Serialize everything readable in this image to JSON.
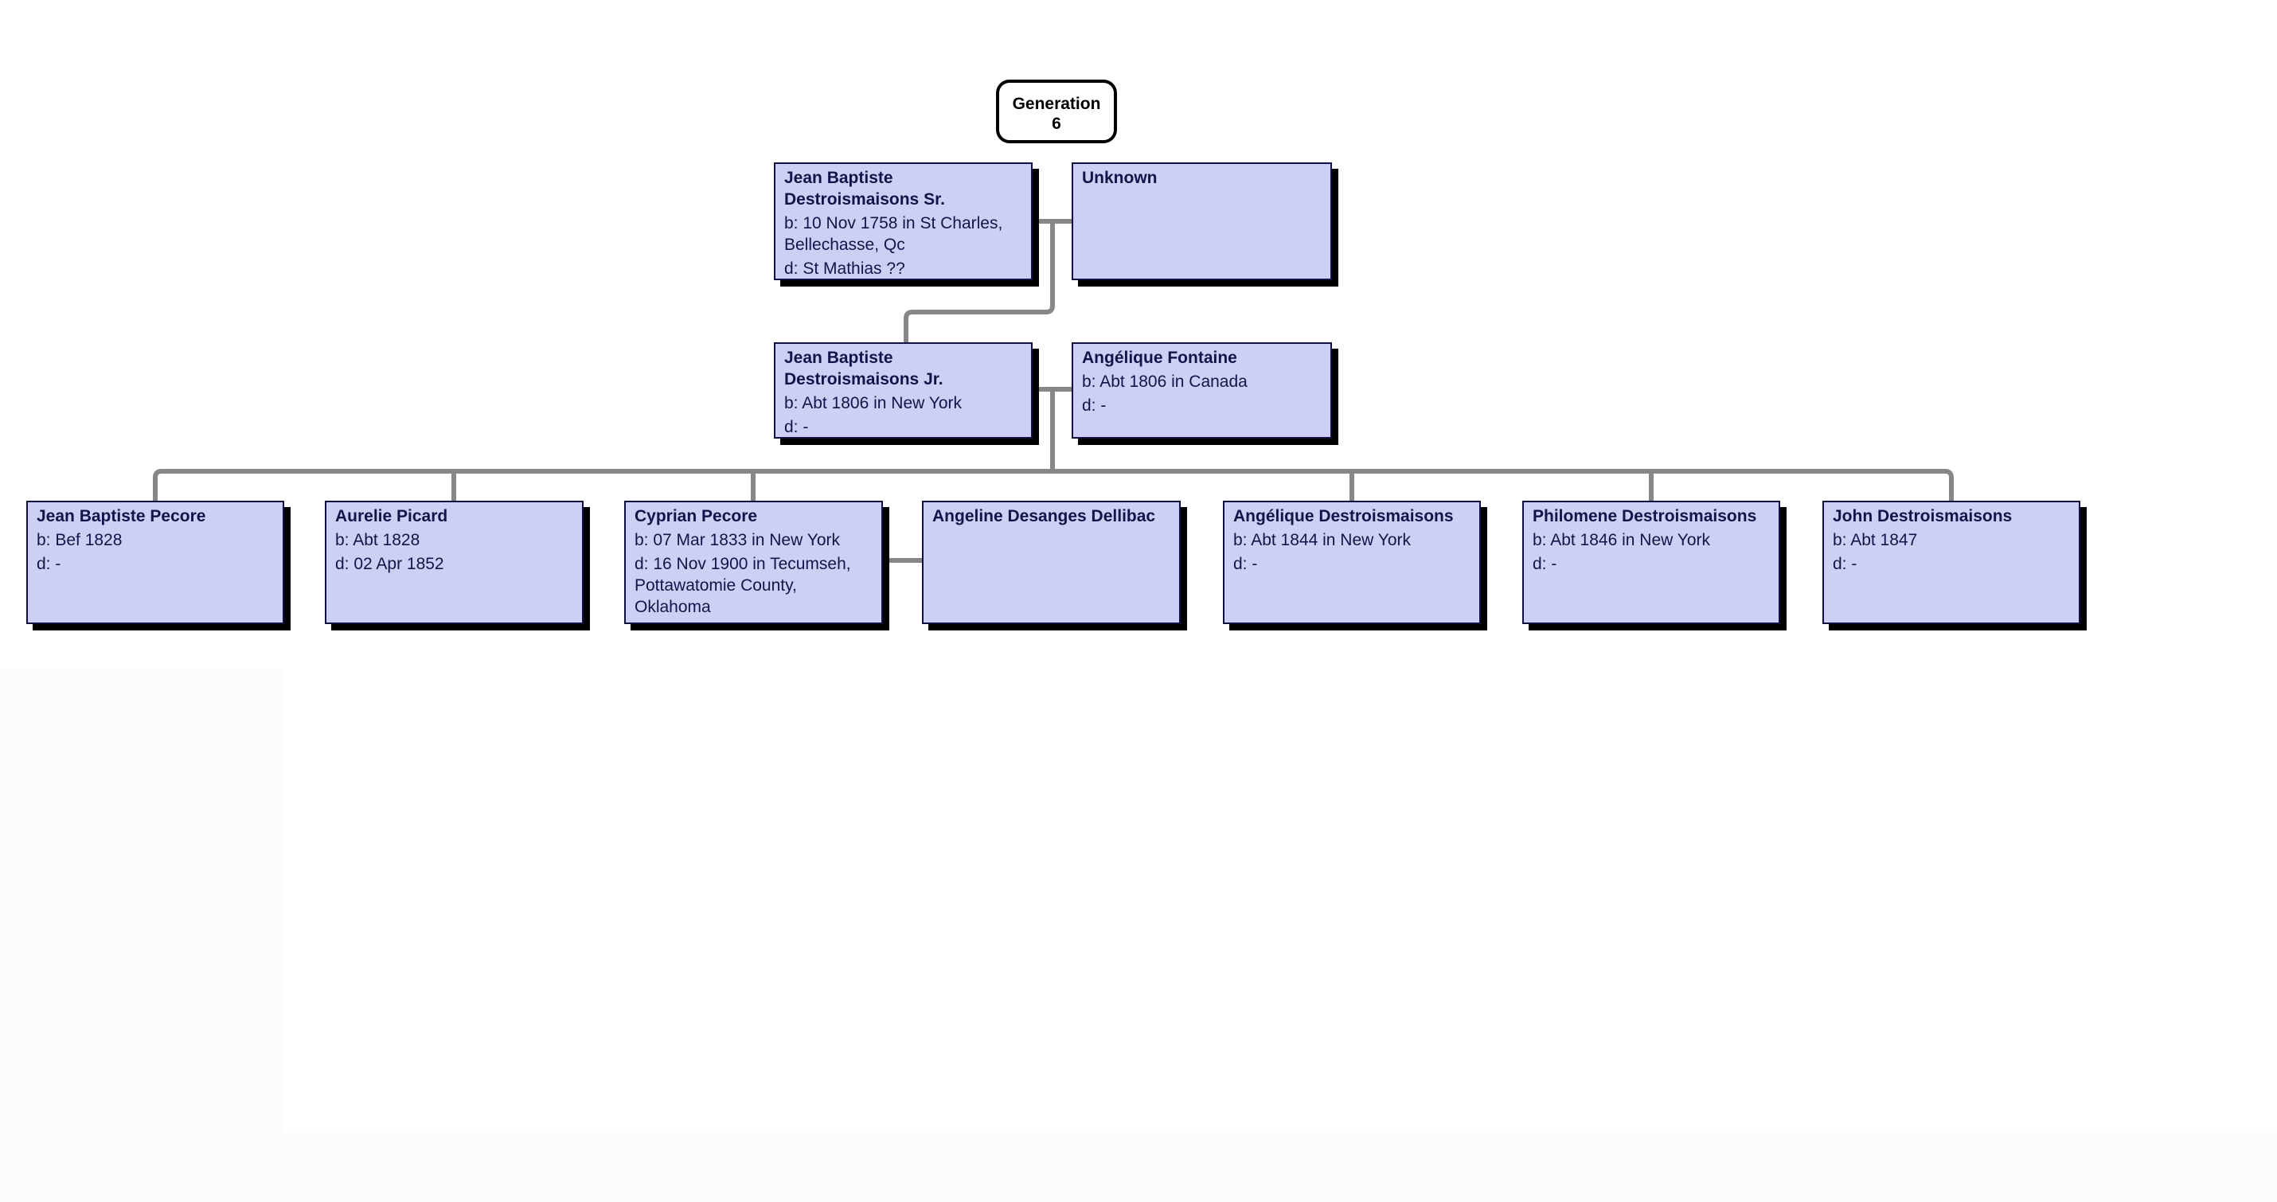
{
  "generation_box": {
    "line1": "Generation",
    "line2": "6"
  },
  "people": [
    {
      "role": "gen6-father",
      "name": "Jean Baptiste\nDestroismaisons Sr.",
      "birth": "b: 10 Nov 1758 in St Charles,\nBellechasse, Qc",
      "death": "d: St Mathias ??"
    },
    {
      "role": "gen6-mother",
      "name": "Unknown",
      "birth": "",
      "death": ""
    },
    {
      "role": "gen5-father",
      "name": "Jean Baptiste\nDestroismaisons Jr.",
      "birth": "b: Abt 1806 in New York",
      "death": "d: -"
    },
    {
      "role": "gen5-mother",
      "name": "Angélique Fontaine",
      "birth": "b: Abt 1806 in Canada",
      "death": "d: -"
    },
    {
      "role": "child-1",
      "name": "Jean Baptiste Pecore",
      "birth": "b: Bef 1828",
      "death": "d: -"
    },
    {
      "role": "child-2",
      "name": "Aurelie Picard",
      "birth": "b: Abt 1828",
      "death": "d: 02 Apr 1852"
    },
    {
      "role": "child-3",
      "name": "Cyprian Pecore",
      "birth": "b: 07 Mar 1833 in New York",
      "death": "d: 16 Nov 1900 in Tecumseh,\nPottawatomie County,\nOklahoma"
    },
    {
      "role": "child-3-spouse",
      "name": "Angeline Desanges Dellibac",
      "birth": "",
      "death": ""
    },
    {
      "role": "child-4",
      "name": "Angélique Destroismaisons",
      "birth": "b: Abt 1844 in New York",
      "death": "d: -"
    },
    {
      "role": "child-5",
      "name": "Philomene Destroismaisons",
      "birth": "b: Abt 1846 in New York",
      "death": "d: -"
    },
    {
      "role": "child-6",
      "name": "John Destroismaisons",
      "birth": "b: Abt 1847",
      "death": "d: -"
    }
  ],
  "colors": {
    "node_fill": "#cdd0f4",
    "node_border": "#101040",
    "node_shadow": "#000000",
    "connector": "#878787",
    "text_color": "#14144a",
    "gen_border": "#000000",
    "gen_fill": "#ffffff",
    "page_bg": "#ffffff"
  }
}
